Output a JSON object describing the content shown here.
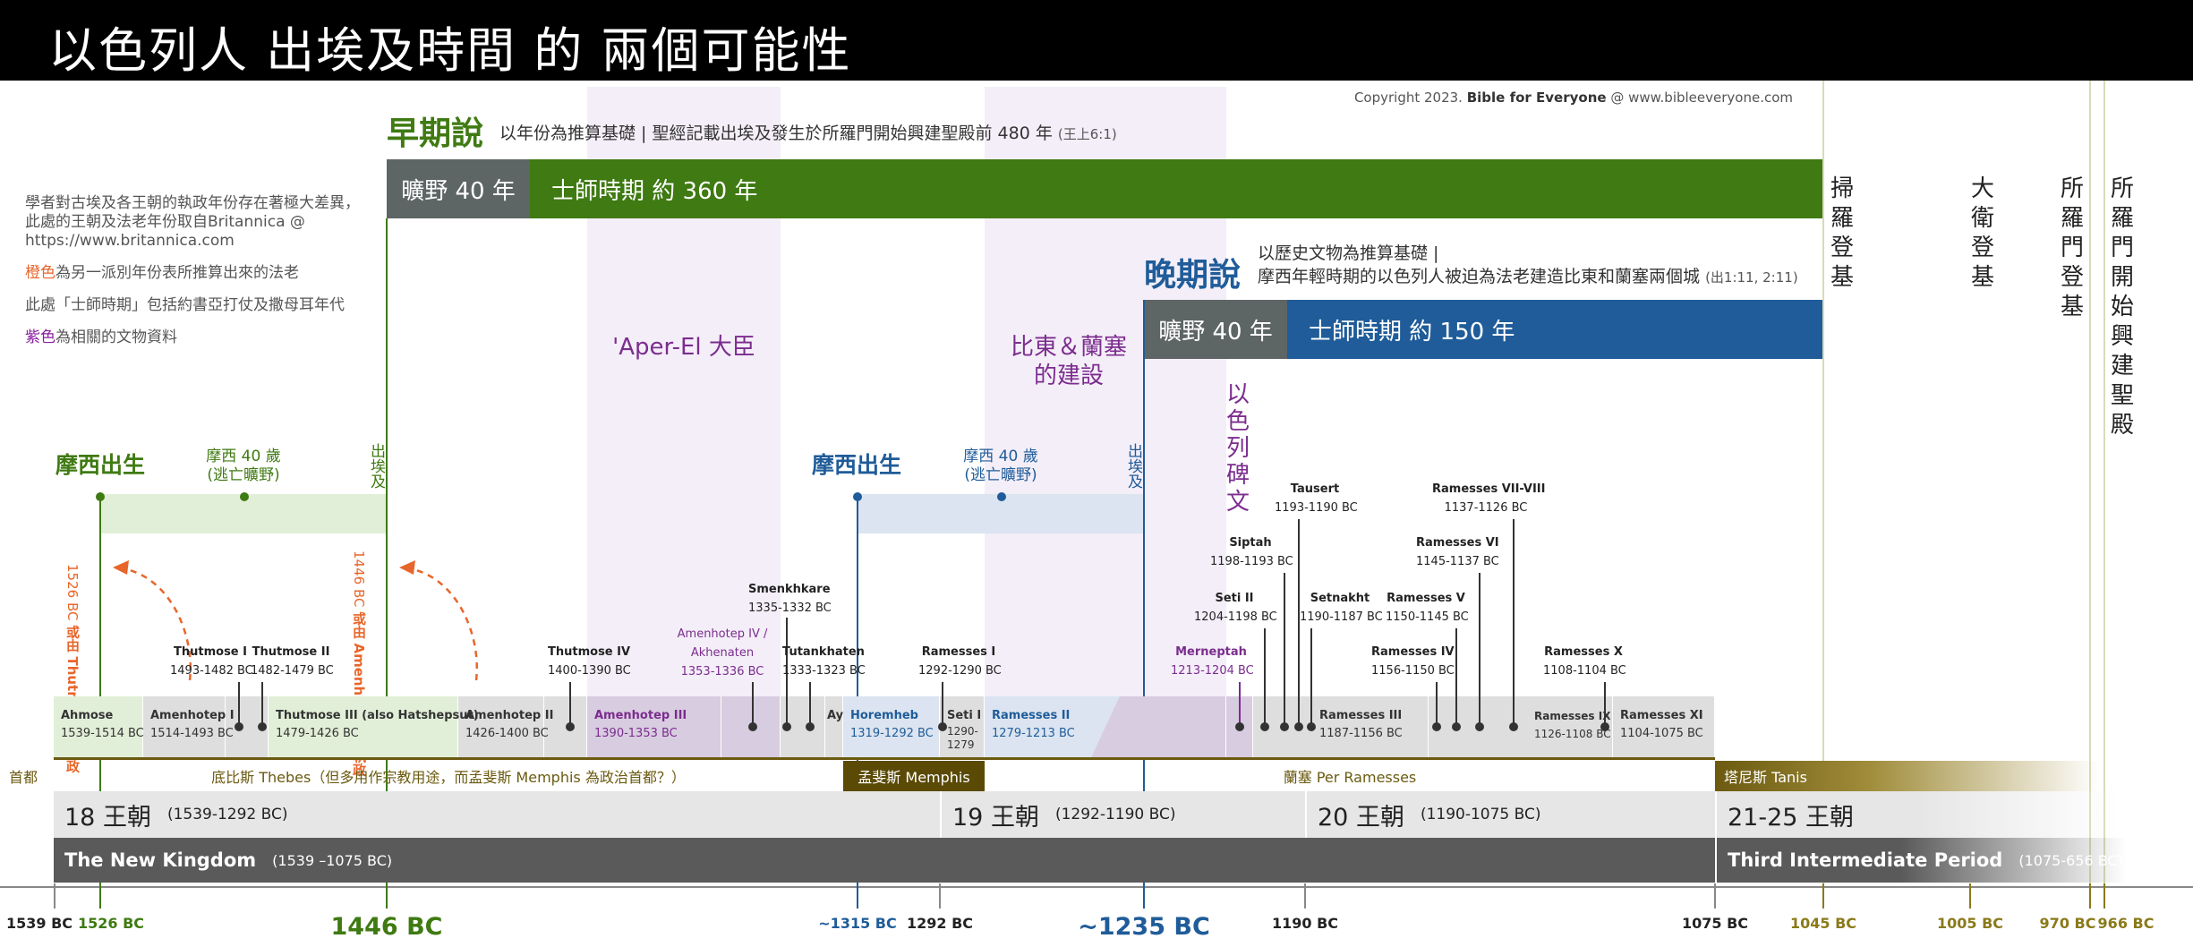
{
  "title": "以色列人 出埃及時間 的 兩個可能性",
  "copyright": {
    "prefix": "Copyright 2023. ",
    "brand": "Bible for Everyone",
    "suffix": " @ www.bibleeveryone.com"
  },
  "notes": {
    "line1": "學者對古埃及各王朝的執政年份存在著極大差異，此處的王朝及法老年份取自Britannica @ https://www.britannica.com",
    "line2_orange": "橙色",
    "line2_rest": "為另一派別年份表所推算出來的法老",
    "line3": "此處「士師時期」包括約書亞打仗及撒母耳年代",
    "line4_purple": "紫色",
    "line4_rest": "為相關的文物資料"
  },
  "early": {
    "head": "早期說",
    "desc": "以年份為推算基礎 | 聖經記載出埃及發生於所羅門開始興建聖殿前 480 年",
    "ref": "(王上6:1)",
    "wilderness": "曠野 40 年",
    "judges": "士師時期  約 360 年",
    "moses_birth": "摩西出生",
    "moses40": "摩西 40 歲",
    "moses40b": "(逃亡曠野)",
    "exodus": "出埃及",
    "alt1": "1526 BC",
    "alt1b": "或由 Thutmose I 執政",
    "alt2": "1446 BC",
    "alt2b": "或由 Amenhotep II 執政"
  },
  "late": {
    "head": "晚期說",
    "desc1": "以歷史文物為推算基礎 |",
    "desc2": "摩西年輕時期的以色列人被迫為法老建造比東和蘭塞兩個城",
    "ref": "(出1:11, 2:11)",
    "wilderness": "曠野 40 年",
    "judges": "士師時期  約 150 年",
    "moses_birth": "摩西出生",
    "moses40": "摩西 40 歲",
    "moses40b": "(逃亡曠野)",
    "exodus": "出埃及"
  },
  "artifacts": {
    "aperel": "'Aper-El 大臣",
    "pithom": "比東＆蘭塞",
    "pithom2": "的建設",
    "stele": "以色列碑文"
  },
  "right_cols": [
    {
      "text": "掃羅登基"
    },
    {
      "text": "大衛登基"
    },
    {
      "text": "所羅門登基"
    },
    {
      "text": "所羅門開始興建聖殿"
    }
  ],
  "kings_in_bar": [
    {
      "name": "Ahmose",
      "years": "1539-1514 BC"
    },
    {
      "name": "Amenhotep I",
      "years": "1514-1493 BC"
    },
    {
      "name": "Thutmose III (also Hatshepsut)",
      "years": "1479-1426 BC"
    },
    {
      "name": "Amenhotep II",
      "years": "1426-1400 BC"
    },
    {
      "name": "Amenhotep III",
      "years": "1390-1353 BC"
    },
    {
      "name": "Ay",
      "years": ""
    },
    {
      "name": "Horemheb",
      "years": "1319-1292 BC"
    },
    {
      "name": "Seti I",
      "years": "1290-1279"
    },
    {
      "name": "Ramesses II",
      "years": "1279-1213 BC"
    },
    {
      "name": "Ramesses III",
      "years": "1187-1156 BC"
    },
    {
      "name": "Ramesses IX",
      "years": "1126-1108 BC"
    },
    {
      "name": "Ramesses XI",
      "years": "1104-1075 BC"
    }
  ],
  "kings_above": [
    {
      "name": "Thutmose I",
      "years": "1493-1482 BC"
    },
    {
      "name": "Thutmose II",
      "years": "1482-1479 BC"
    },
    {
      "name": "Thutmose IV",
      "years": "1400-1390 BC"
    },
    {
      "name": "Amenhotep IV /",
      "name2": "Akhenaten",
      "years": "1353-1336 BC"
    },
    {
      "name": "Smenkhkare",
      "years": "1335-1332 BC"
    },
    {
      "name": "Tutankhaten",
      "years": "1333-1323 BC"
    },
    {
      "name": "Ramesses I",
      "years": "1292-1290 BC"
    },
    {
      "name": "Merneptah",
      "years": "1213-1204 BC"
    },
    {
      "name": "Seti II",
      "years": "1204-1198 BC"
    },
    {
      "name": "Siptah",
      "years": "1198-1193 BC"
    },
    {
      "name": "Tausert",
      "years": "1193-1190 BC"
    },
    {
      "name": "Setnakht",
      "years": "1190-1187 BC"
    },
    {
      "name": "Ramesses IV",
      "years": "1156-1150 BC"
    },
    {
      "name": "Ramesses V",
      "years": "1150-1145 BC"
    },
    {
      "name": "Ramesses VI",
      "years": "1145-1137 BC"
    },
    {
      "name": "Ramesses VII-VIII",
      "years": "1137-1126 BC"
    },
    {
      "name": "Ramesses X",
      "years": "1108-1104 BC"
    }
  ],
  "capitals": {
    "label": "首都",
    "thebes": "底比斯 Thebes（但多用作宗教用途，而孟斐斯 Memphis 為政治首都？）",
    "memphis": "孟斐斯 Memphis",
    "ramesses": "蘭塞 Per Ramesses",
    "tanis": "塔尼斯 Tanis"
  },
  "dynasties": [
    {
      "name": "18 王朝",
      "years": "(1539-1292 BC)"
    },
    {
      "name": "19 王朝",
      "years": "(1292-1190 BC)"
    },
    {
      "name": "20 王朝",
      "years": "(1190-1075 BC)"
    },
    {
      "name": "21-25 王朝",
      "years": ""
    }
  ],
  "kingdoms": [
    {
      "name": "The New Kingdom",
      "years": "(1539 –1075 BC)"
    },
    {
      "name": "Third Intermediate Period",
      "years": "(1075-656 BC)"
    }
  ],
  "timeline": [
    {
      "label": "1539 BC",
      "color": "#222222"
    },
    {
      "label": "1526 BC",
      "color": "#4a7c1a"
    },
    {
      "label": "1446 BC",
      "color": "#4a7c1a"
    },
    {
      "label": "~1315 BC",
      "color": "#1f5c99"
    },
    {
      "label": "1292 BC",
      "color": "#222222"
    },
    {
      "label": "~1235 BC",
      "color": "#1f5c99"
    },
    {
      "label": "1190 BC",
      "color": "#222222"
    },
    {
      "label": "1075 BC",
      "color": "#222222"
    },
    {
      "label": "1045 BC",
      "color": "#8a7a1a"
    },
    {
      "label": "1005 BC",
      "color": "#8a7a1a"
    },
    {
      "label": "970 BC",
      "color": "#8a7a1a"
    },
    {
      "label": "966 BC",
      "color": "#8a7a1a"
    }
  ],
  "colors": {
    "early_green": "#3f7a12",
    "late_blue": "#1f5c99",
    "wilderness_gray": "#5e6565",
    "artifact_purple": "#7b2d8e",
    "alt_orange": "#e8662b"
  }
}
